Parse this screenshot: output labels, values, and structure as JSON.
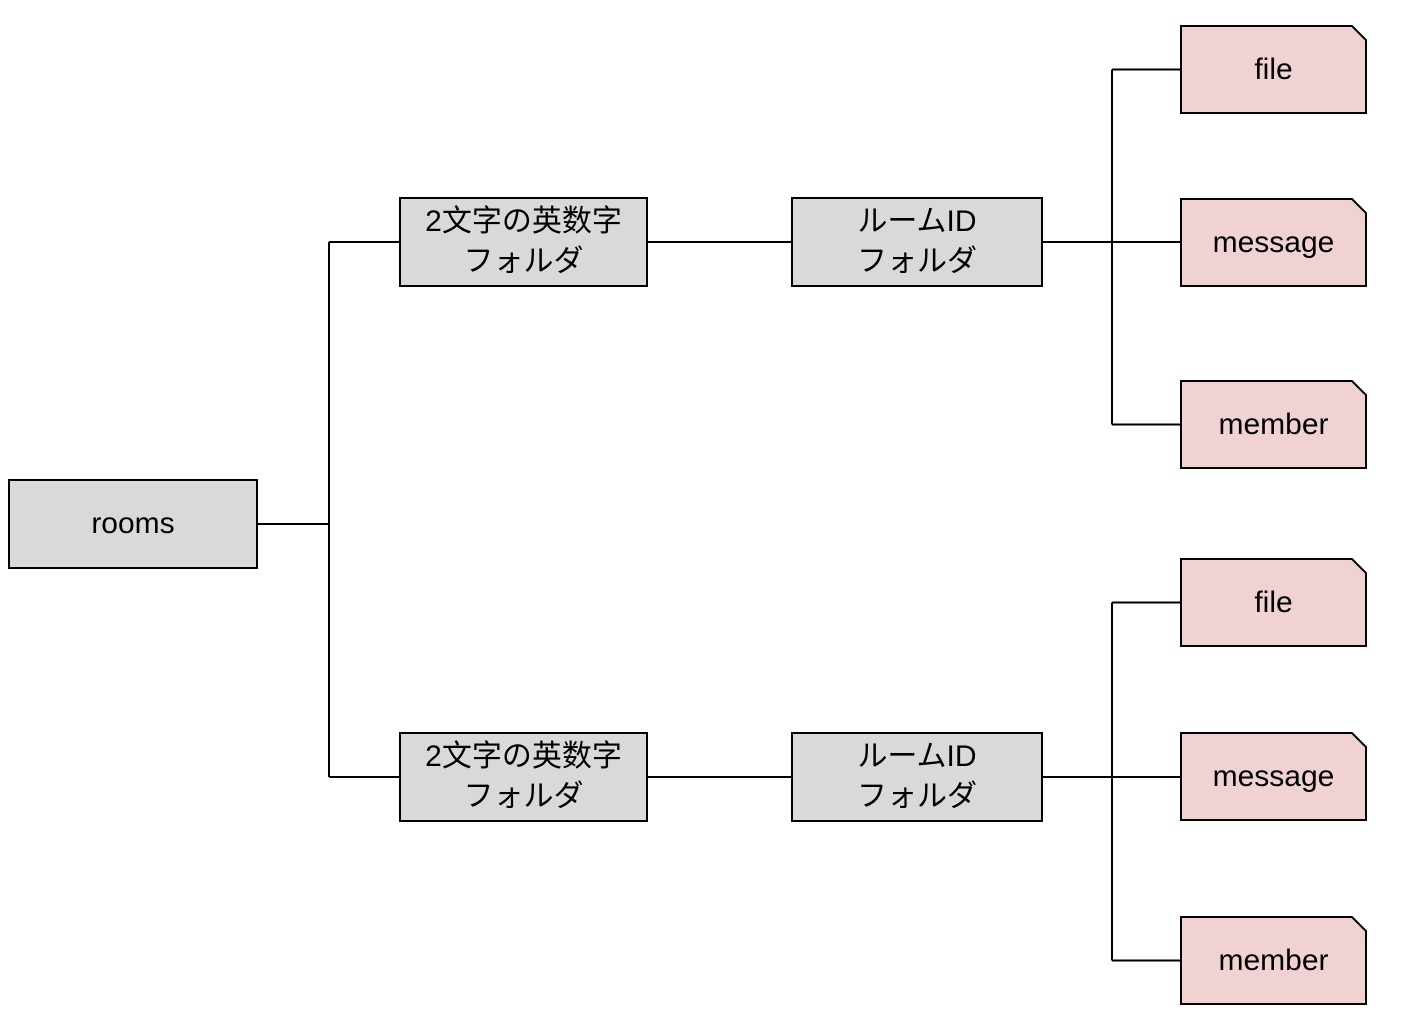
{
  "diagram": {
    "root": {
      "label": "rooms"
    },
    "groups": [
      {
        "folder": {
          "label": "2文字の英数字\nフォルダ"
        },
        "room_id": {
          "label": "ルームID\nフォルダ"
        },
        "leaves": [
          {
            "label": "file"
          },
          {
            "label": "message"
          },
          {
            "label": "member"
          }
        ]
      },
      {
        "folder": {
          "label": "2文字の英数字\nフォルダ"
        },
        "room_id": {
          "label": "ルームID\nフォルダ"
        },
        "leaves": [
          {
            "label": "file"
          },
          {
            "label": "message"
          },
          {
            "label": "member"
          }
        ]
      }
    ],
    "colors": {
      "folder_fill": "#d9d9d9",
      "leaf_fill": "#f0d2d2",
      "stroke": "#000000",
      "text": "#000000",
      "background": "#ffffff"
    }
  }
}
